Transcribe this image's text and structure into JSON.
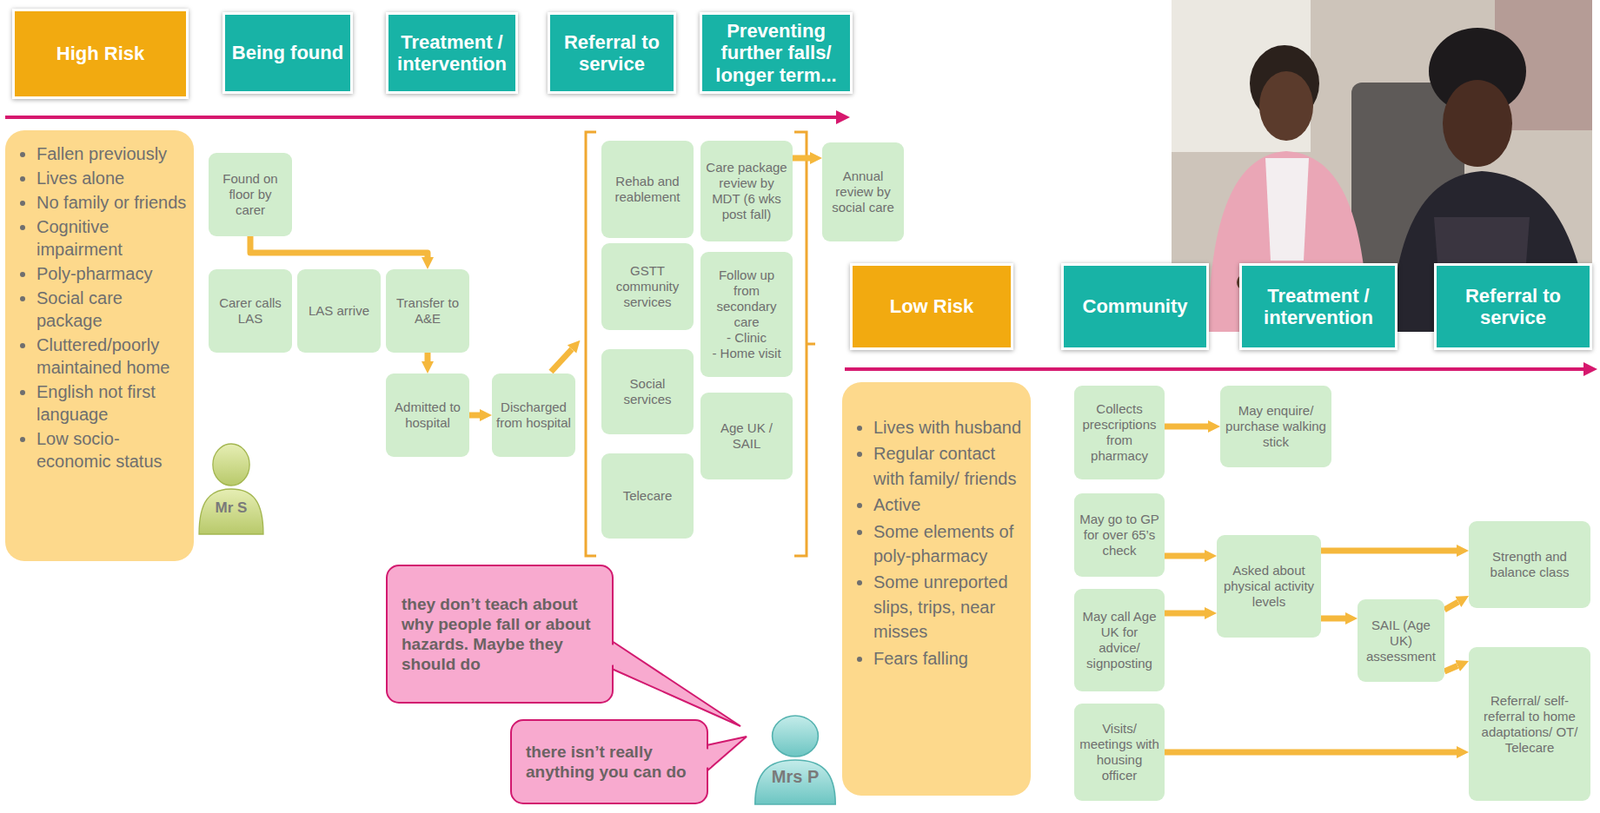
{
  "diagram": {
    "nodes": [
      {
        "text": [
          "High Risk"
        ]
      },
      {
        "text": [
          "Being found"
        ]
      },
      {
        "text": [
          "Treatment / intervention"
        ]
      },
      {
        "text": [
          "Referral to service"
        ]
      },
      {
        "text": [
          "Preventing further falls/ longer term..."
        ]
      },
      {
        "text": [
          "Fallen previously",
          "Lives alone",
          "No family or friends",
          "Cognitive impairment",
          "Poly-pharmacy",
          "Social care package",
          "Cluttered/poorly maintained home",
          "English not first language",
          "Low socio-economic status"
        ]
      },
      {
        "text": [
          "Mr S"
        ]
      },
      {
        "text": [
          "Found on floor by carer"
        ]
      },
      {
        "text": [
          "Carer calls LAS"
        ]
      },
      {
        "text": [
          "LAS arrive"
        ]
      },
      {
        "text": [
          "Transfer to A&E"
        ]
      },
      {
        "text": [
          "Admitted to hospital"
        ]
      },
      {
        "text": [
          "Discharged from hospital"
        ]
      },
      {
        "text": [
          "Rehab and reablement"
        ]
      },
      {
        "text": [
          "Care package review by MDT (6 wks post fall)"
        ]
      },
      {
        "text": [
          "Annual review by social care"
        ]
      },
      {
        "text": [
          "GSTT community services"
        ]
      },
      {
        "text": [
          "Follow up from secondary care",
          "- Clinic",
          "- Home visit"
        ]
      },
      {
        "text": [
          "Social services"
        ]
      },
      {
        "text": [
          "Age UK / SAIL"
        ]
      },
      {
        "text": [
          "Telecare"
        ]
      },
      {
        "text": [
          "Low Risk"
        ]
      },
      {
        "text": [
          "Community"
        ]
      },
      {
        "text": [
          "Treatment / intervention"
        ]
      },
      {
        "text": [
          "Referral to service"
        ]
      },
      {
        "text": [
          "Lives with husband",
          "Regular contact with family/ friends",
          "Active",
          "Some elements of poly-pharmacy",
          "Some unreported slips, trips, near misses",
          "Fears falling"
        ]
      },
      {
        "text": [
          "Collects prescriptions from pharmacy"
        ]
      },
      {
        "text": [
          "May enquire/ purchase walking stick"
        ]
      },
      {
        "text": [
          "May go to GP for over 65’s check"
        ]
      },
      {
        "text": [
          "Asked about physical activity levels"
        ]
      },
      {
        "text": [
          "Strength and balance class"
        ]
      },
      {
        "text": [
          "May call Age UK for advice/ signposting"
        ]
      },
      {
        "text": [
          "SAIL (Age UK) assessment"
        ]
      },
      {
        "text": [
          "Referral/ self-referral to home adaptations/ OT/ Telecare"
        ]
      },
      {
        "text": [
          "Visits/ meetings with housing officer"
        ]
      },
      {
        "text": [
          "they don’t teach about why people fall or about hazards. Maybe they should do"
        ]
      },
      {
        "text": [
          "there isn’t really anything you can do"
        ]
      },
      {
        "text": [
          "Mrs P"
        ]
      }
    ],
    "edges": [
      {
        "from": 7,
        "to": 10,
        "arrow": "to"
      },
      {
        "from": 10,
        "to": 11,
        "arrow": "to"
      },
      {
        "from": 11,
        "to": 12,
        "arrow": "to"
      },
      {
        "from": 14,
        "to": 15,
        "arrow": "to"
      },
      {
        "from": 26,
        "to": 27,
        "arrow": "to"
      },
      {
        "from": 28,
        "to": 29,
        "arrow": "to"
      },
      {
        "from": 31,
        "to": 29,
        "arrow": "to"
      },
      {
        "from": 29,
        "to": 30,
        "arrow": "to"
      },
      {
        "from": 29,
        "to": 32,
        "arrow": "to"
      },
      {
        "from": 32,
        "to": 30,
        "arrow": "to"
      },
      {
        "from": 32,
        "to": 33,
        "arrow": "to"
      },
      {
        "from": 34,
        "to": 33,
        "arrow": "to"
      }
    ]
  }
}
